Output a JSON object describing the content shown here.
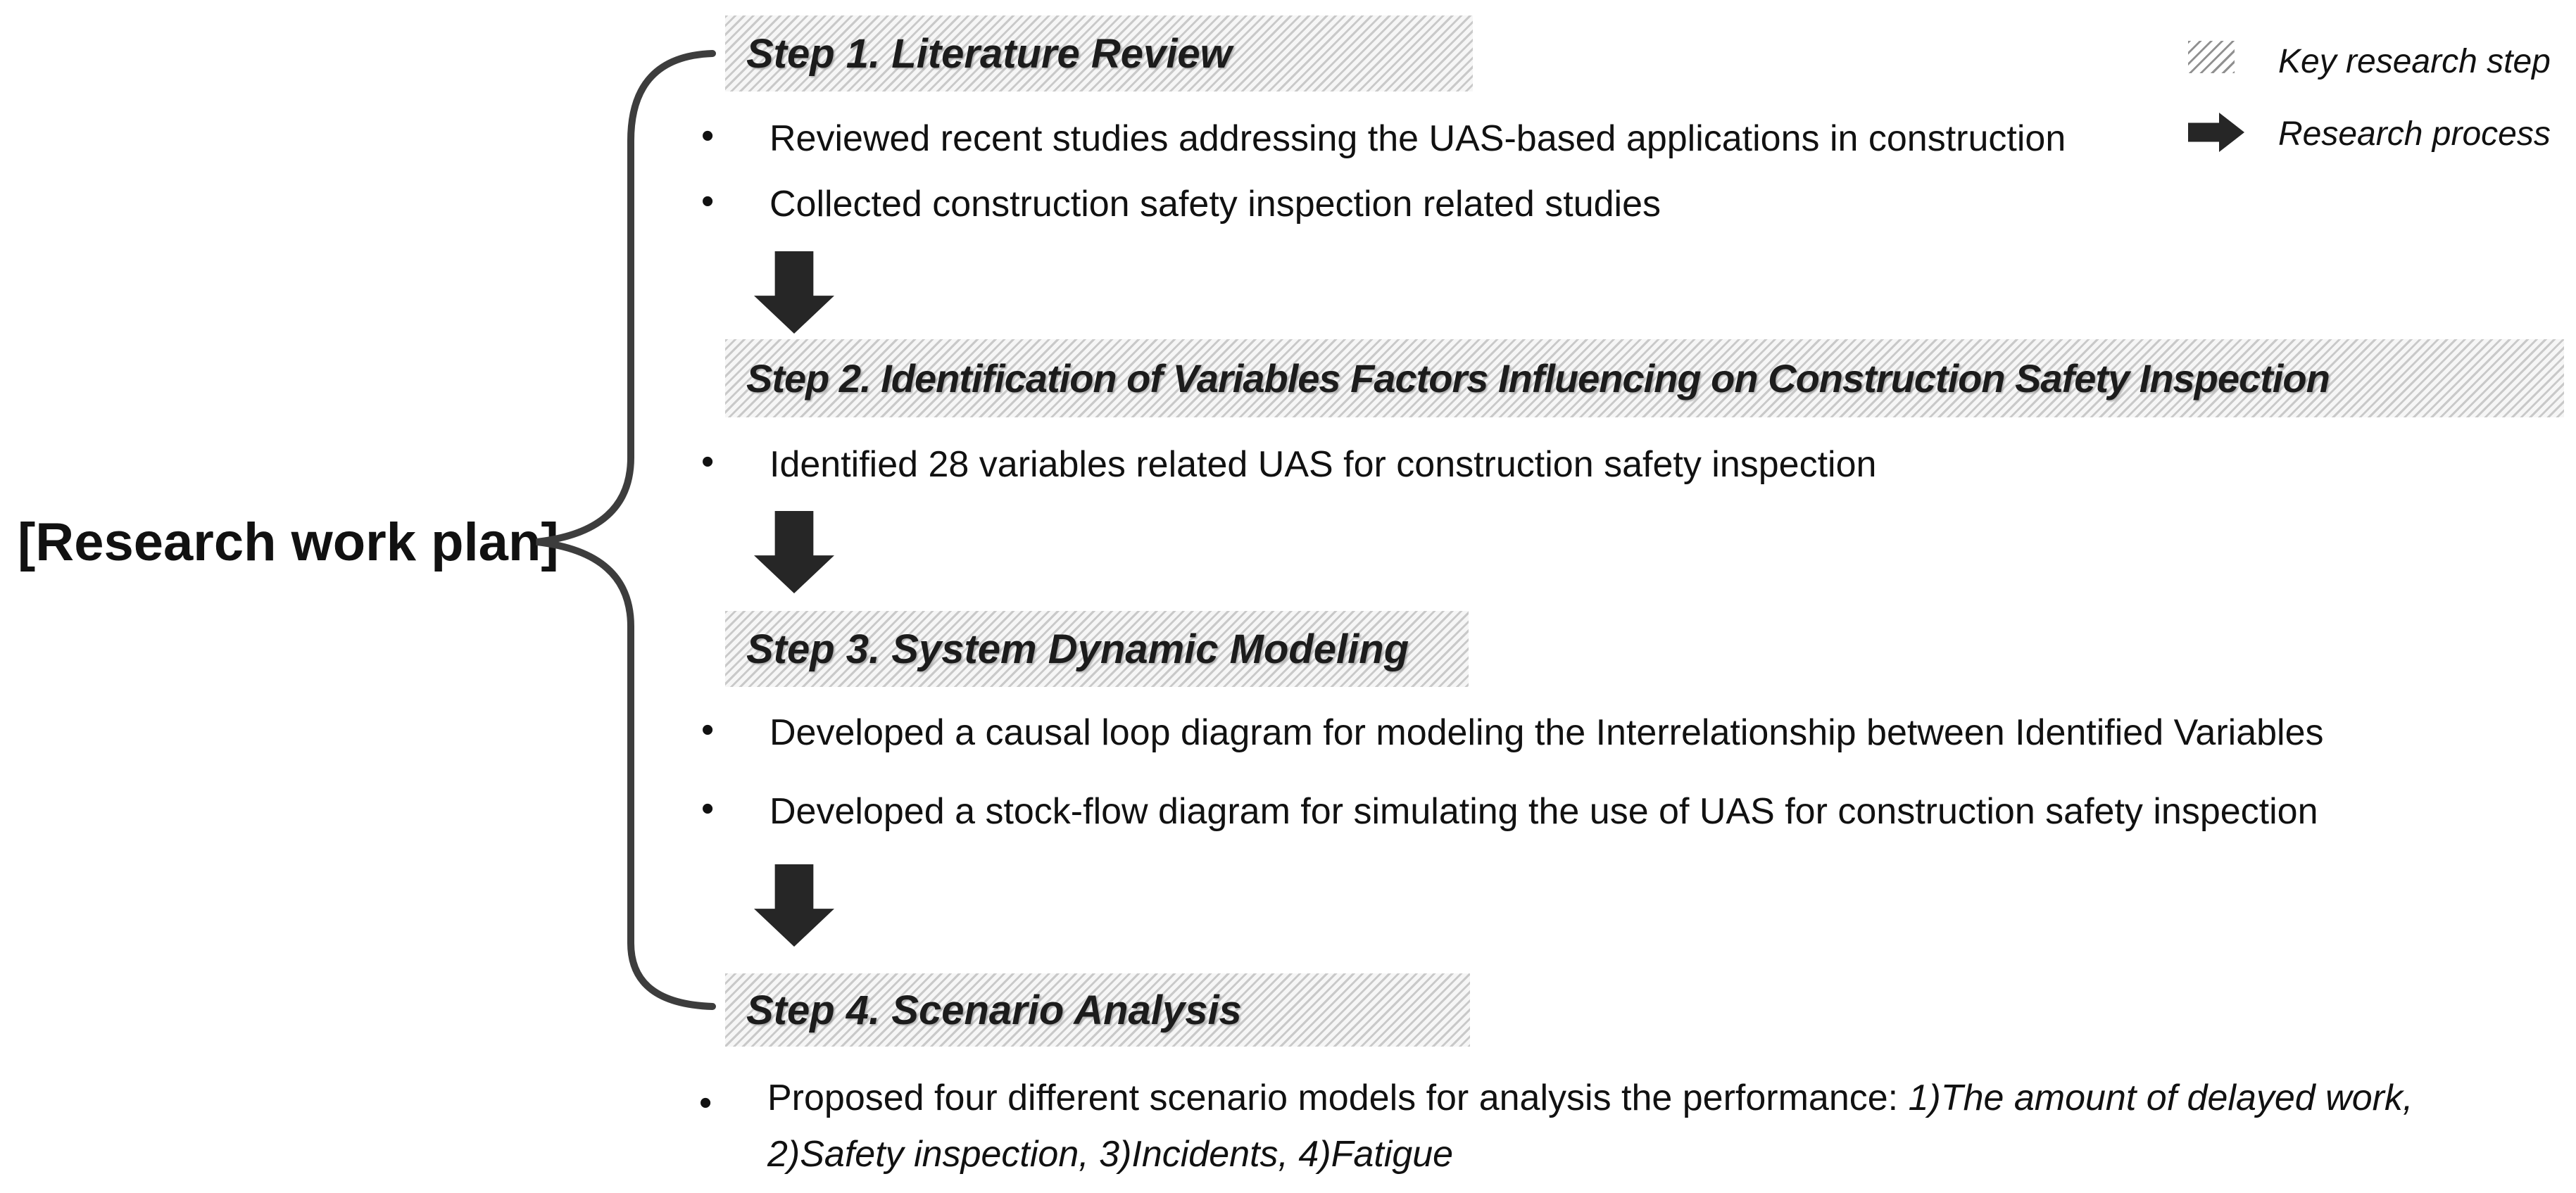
{
  "diagram": {
    "label": "[Research work plan]",
    "bullet_char": "•",
    "legend": {
      "key_step_label": "Key research step",
      "process_label": "Research process"
    },
    "steps": [
      {
        "title": "Step 1. Literature Review",
        "bullets": [
          "Reviewed recent studies addressing the UAS-based applications in construction",
          "Collected construction safety inspection related studies"
        ]
      },
      {
        "title": "Step 2. Identification of Variables Factors Influencing on Construction Safety Inspection",
        "bullets": [
          "Identified 28 variables related UAS for construction safety inspection"
        ]
      },
      {
        "title": "Step 3. System Dynamic Modeling",
        "bullets": [
          "Developed a causal loop diagram for modeling the Interrelationship between Identified Variables",
          "Developed a stock-flow diagram for simulating the use of UAS for construction safety inspection"
        ]
      },
      {
        "title": "Step 4. Scenario Analysis",
        "bullet_regular": "Proposed four different scenario models for analysis the performance: ",
        "bullet_italic": "1)The amount of delayed work, 2)Safety inspection, 3)Incidents, 4)Fatigue"
      }
    ],
    "colors": {
      "text": "#111111",
      "arrow": "#262626",
      "brace": "#3d3d3d",
      "hatch_stripe": "#c9c9c9",
      "legend_hatch_stripe": "#909090",
      "background": "#ffffff"
    }
  }
}
